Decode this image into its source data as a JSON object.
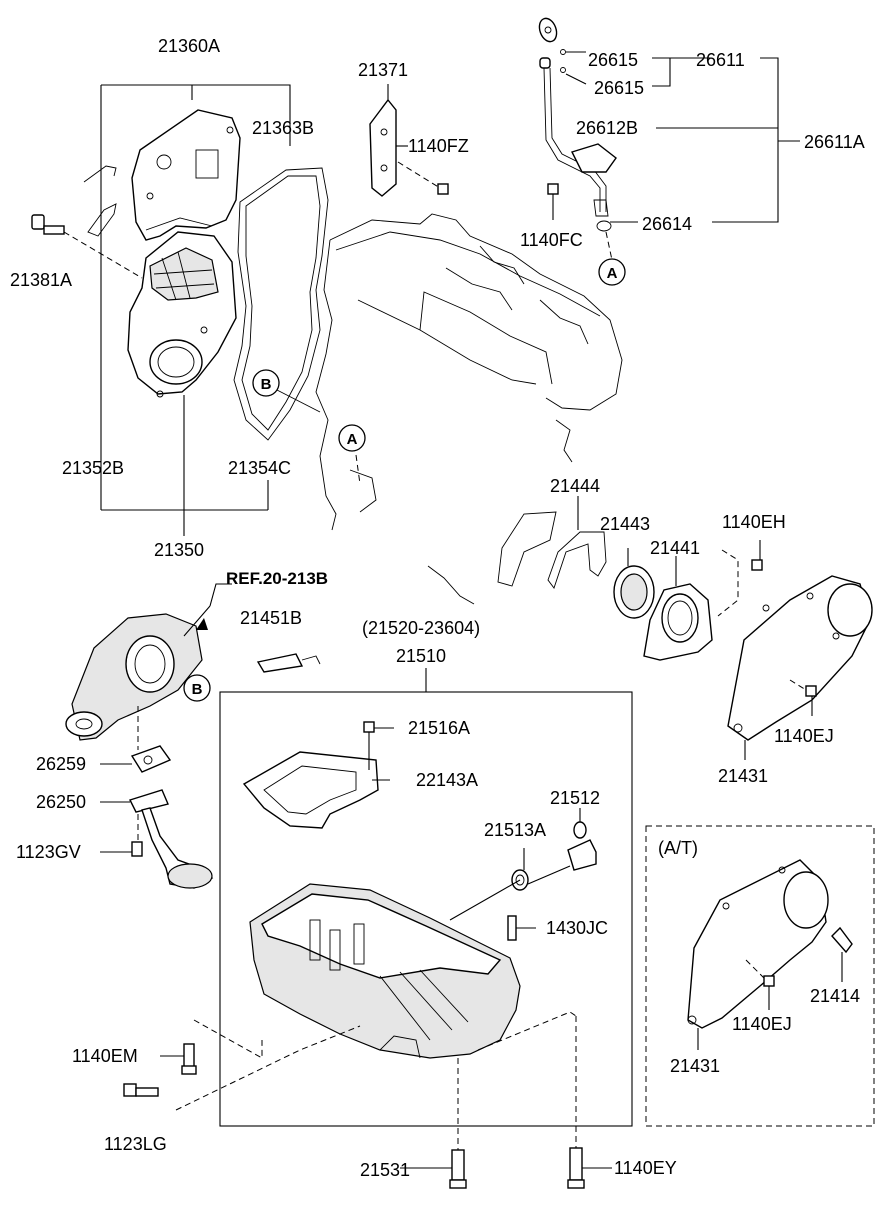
{
  "labels": {
    "p21360A": "21360A",
    "p21363B": "21363B",
    "p21381A": "21381A",
    "p21352B": "21352B",
    "p21354C": "21354C",
    "p21350": "21350",
    "p21371": "21371",
    "p1140FZ": "1140FZ",
    "p26615a": "26615",
    "p26615b": "26615",
    "p26611": "26611",
    "p26612B": "26612B",
    "p26611A": "26611A",
    "p1140FC": "1140FC",
    "p26614": "26614",
    "p21444": "21444",
    "p21443": "21443",
    "p21441": "21441",
    "p1140EH": "1140EH",
    "ref": "REF.20-213B",
    "p21451B": "21451B",
    "range": "(21520-23604)",
    "p21510": "21510",
    "p21516A": "21516A",
    "p22143A": "22143A",
    "p21512": "21512",
    "p21513A": "21513A",
    "p1430JC": "1430JC",
    "p26259": "26259",
    "p26250": "26250",
    "p1123GV": "1123GV",
    "p1140EJ": "1140EJ",
    "p21431": "21431",
    "at": "(A/T)",
    "p21414": "21414",
    "p1140EJ_at": "1140EJ",
    "p21431_at": "21431",
    "p1140EM": "1140EM",
    "p1123LG": "1123LG",
    "p21531": "21531",
    "p1140EY": "1140EY"
  },
  "callouts": {
    "a_top": "A",
    "a_mid": "A",
    "b_mid": "B",
    "b_pump": "B"
  }
}
